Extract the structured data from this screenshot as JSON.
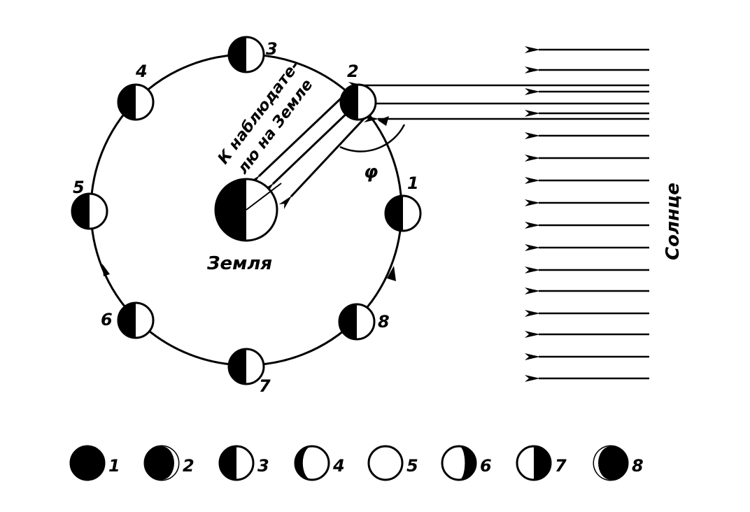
{
  "diagram": {
    "earth_label": "Земля",
    "sun_label": "Солнце",
    "observer_line1": "К наблюдате-",
    "observer_line2": "лю на Земле",
    "angle_label": "φ",
    "colors": {
      "ink": "#000000",
      "paper": "#ffffff"
    },
    "orbit_positions": [
      {
        "label": "1"
      },
      {
        "label": "2"
      },
      {
        "label": "3"
      },
      {
        "label": "4"
      },
      {
        "label": "5"
      },
      {
        "label": "6"
      },
      {
        "label": "7"
      },
      {
        "label": "8"
      }
    ],
    "phase_row": [
      {
        "label": "1"
      },
      {
        "label": "2"
      },
      {
        "label": "3"
      },
      {
        "label": "4"
      },
      {
        "label": "5"
      },
      {
        "label": "6"
      },
      {
        "label": "7"
      },
      {
        "label": "8"
      }
    ]
  }
}
